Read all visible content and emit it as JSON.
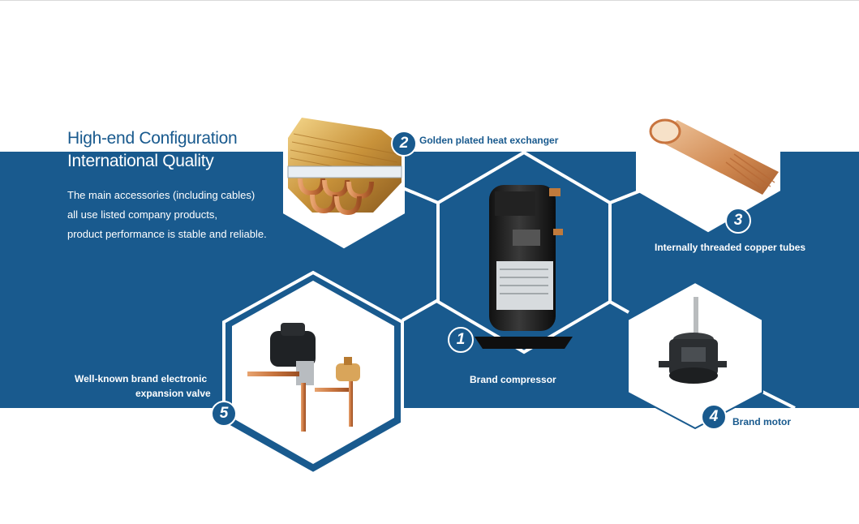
{
  "heading": {
    "line1": "High-end Configuration",
    "line2": "International Quality"
  },
  "description": [
    "The main accessories (including cables)",
    "all use listed company products,",
    "product performance is stable and reliable."
  ],
  "features": [
    {
      "number": "1",
      "label": "Brand  compressor",
      "icon": "compressor-icon"
    },
    {
      "number": "2",
      "label": "Golden plated heat exchanger",
      "icon": "heat-exchanger-icon"
    },
    {
      "number": "3",
      "label": "Internally threaded copper tubes",
      "icon": "copper-tube-icon"
    },
    {
      "number": "4",
      "label": "Brand motor",
      "icon": "motor-icon"
    },
    {
      "number": "5",
      "label_line1": "Well-known brand electronic",
      "label_line2": "expansion valve",
      "icon": "expansion-valve-icon"
    }
  ],
  "colors": {
    "brand_blue": "#195a8e",
    "hex_border": "#ffffff",
    "background": "#ffffff"
  }
}
